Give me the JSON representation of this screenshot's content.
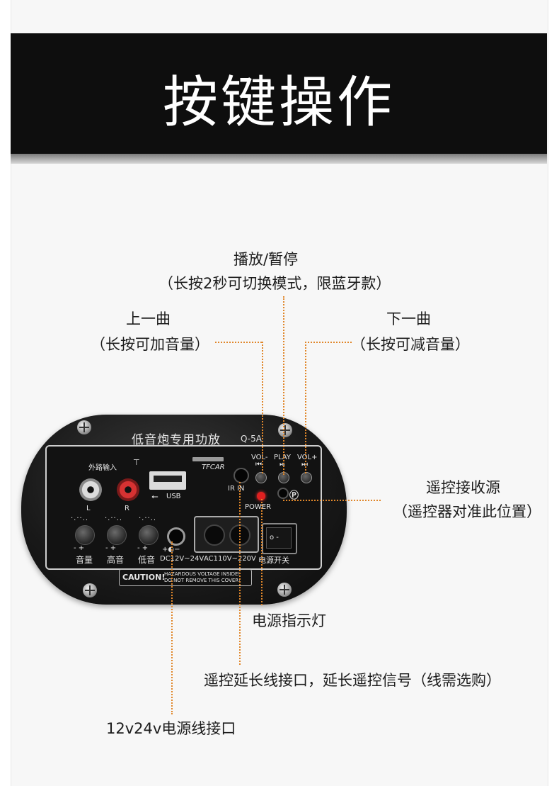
{
  "page": {
    "title": "按键操作"
  },
  "callouts": {
    "play_pause": {
      "line1": "播放/暂停",
      "line2": "（长按2秒可切换模式，限蓝牙款）"
    },
    "prev_track": {
      "line1": "上一曲",
      "line2": "（长按可加音量）"
    },
    "next_track": {
      "line1": "下一曲",
      "line2": "（长按可减音量）"
    },
    "ir_receiver": {
      "line1": "遥控接收源",
      "line2": "（遥控器对准此位置）"
    },
    "power_indicator": {
      "label": "电源指示灯"
    },
    "ir_extension": {
      "label": "遥控延长线接口，延长遥控信号（线需选购）"
    },
    "dc_input": {
      "label": "12v24v电源线接口"
    }
  },
  "device": {
    "name": "低音炮专用功放",
    "model": "Q-5A",
    "ext_input_label": "外路输入",
    "rca_left": "L",
    "rca_right": "R",
    "usb_label": "USB",
    "tf_label": "TFCAR",
    "vol_minus": "VOL-",
    "play": "PLAY",
    "vol_plus": "VOL+",
    "ir_label": "IR IN",
    "power_label": "POWER",
    "knob_volume": "音量",
    "knob_treble": "高音",
    "knob_bass": "低音",
    "dc_label": "DC12V~24V",
    "ac_label": "AC110V~220V",
    "switch_label": "电源开关",
    "caution_title": "CAUTION!",
    "caution_line1": "HAZARDOUS VOLTAGE INSIDE!",
    "caution_line2": "DO NOT REMOVE THIS COVER!"
  },
  "colors": {
    "banner": "#0e0e0e",
    "leader": "#e0872b",
    "led": "#e02020"
  }
}
